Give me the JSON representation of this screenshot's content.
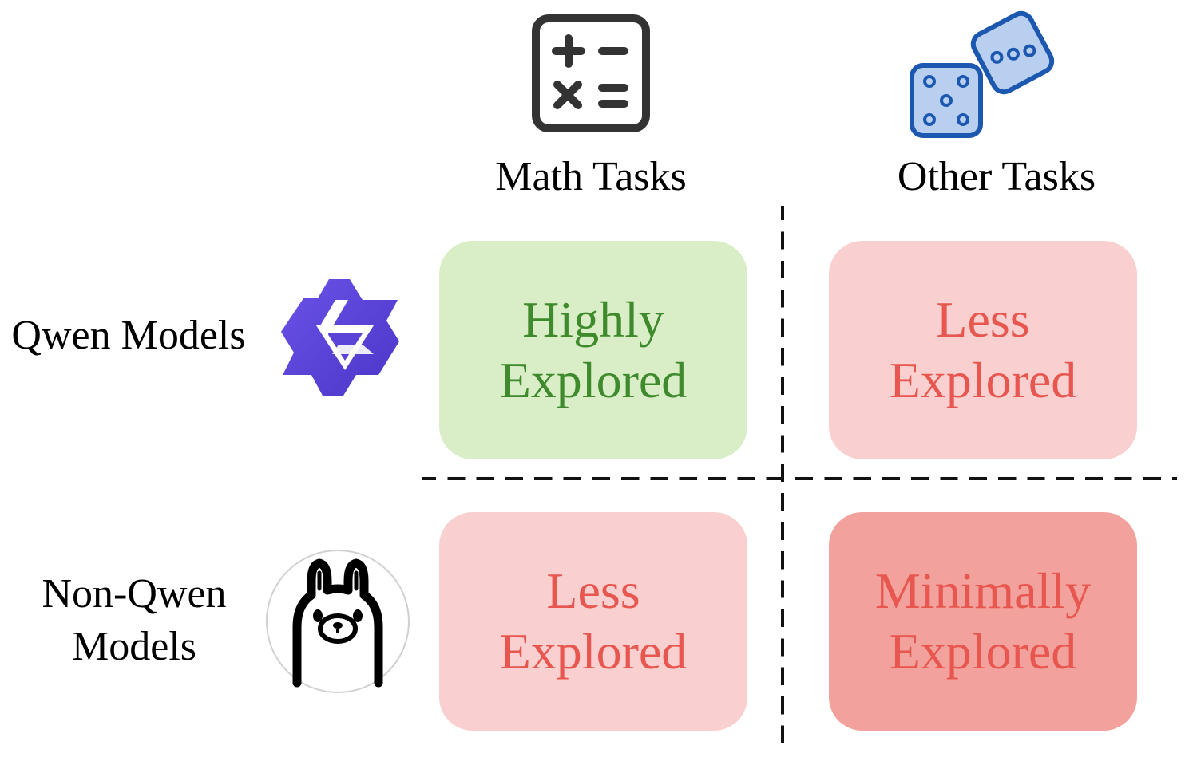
{
  "columns": [
    {
      "label": "Math Tasks",
      "icon": "calculator-icon"
    },
    {
      "label": "Other Tasks",
      "icon": "dice-icon"
    }
  ],
  "rows": [
    {
      "label_lines": [
        "Qwen Models"
      ],
      "icon": "qwen-logo-icon"
    },
    {
      "label_lines": [
        "Non-Qwen",
        "Models"
      ],
      "icon": "llama-logo-icon"
    }
  ],
  "cells": [
    {
      "row": 0,
      "col": 0,
      "lines": [
        "Highly",
        "Explored"
      ],
      "text_color": "#3f8a2c",
      "fill_color": "#d9eec6"
    },
    {
      "row": 0,
      "col": 1,
      "lines": [
        "Less",
        "Explored"
      ],
      "text_color": "#e8574f",
      "fill_color": "#f9cfcf"
    },
    {
      "row": 1,
      "col": 0,
      "lines": [
        "Less",
        "Explored"
      ],
      "text_color": "#e8574f",
      "fill_color": "#f9cfcf"
    },
    {
      "row": 1,
      "col": 1,
      "lines": [
        "Minimally",
        "Explored"
      ],
      "text_color": "#e8574f",
      "fill_color": "#f2a19c"
    }
  ],
  "colors": {
    "divider": "#111111",
    "calculator": "#333333",
    "dice_fill": "#b9cff0",
    "dice_stroke": "#1c57b0",
    "qwen": "#5b46d6"
  }
}
